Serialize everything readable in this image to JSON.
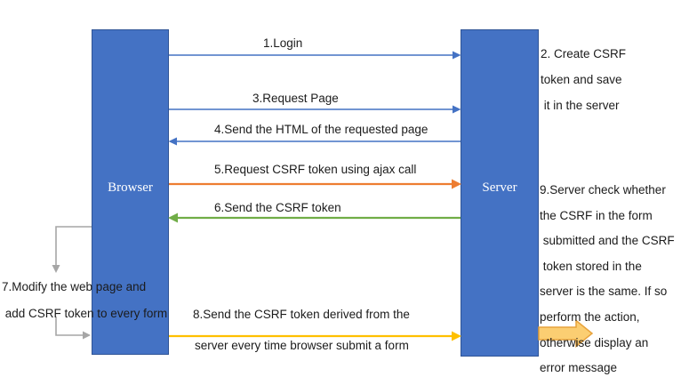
{
  "colors": {
    "actor_fill": "#4472C4",
    "actor_border": "#2F5496",
    "blue": "#4472C4",
    "orange": "#ED7D31",
    "green": "#70AD47",
    "yellow": "#FFC000",
    "gray": "#A6A6A6",
    "block_fill": "#FBCE72",
    "block_border": "#E8A33D"
  },
  "actors": {
    "browser": "Browser",
    "server": "Server"
  },
  "messages": {
    "m1": "1.Login",
    "m3": "3.Request Page",
    "m4": "4.Send the HTML of the requested page",
    "m5": "5.Request CSRF token using ajax call",
    "m6": "6.Send the CSRF token",
    "m8_line1": "8.Send the CSRF token derived from the",
    "m8_line2": "server every time browser submit a form"
  },
  "notes": {
    "create_token": [
      "2. Create CSRF",
      "token and save",
      " it in the server"
    ],
    "modify_page": [
      "7.Modify the web page and",
      " add CSRF token to every form"
    ],
    "server_check": [
      "9.Server check whether",
      "the CSRF in the form",
      " submitted and the CSRF",
      " token stored in the",
      "server is the same. If so",
      "perform the action,",
      "otherwise display an",
      "error message"
    ]
  }
}
